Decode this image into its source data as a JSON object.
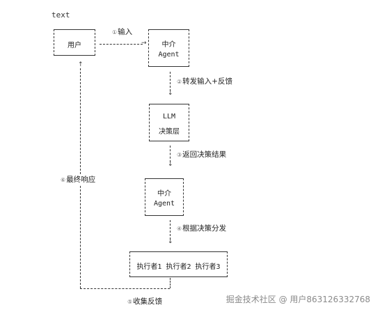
{
  "header": {
    "code_label": "text"
  },
  "boxes": {
    "user": {
      "label": "用户"
    },
    "agent_top": {
      "line1": "中介",
      "line2": "Agent"
    },
    "llm": {
      "line1": "LLM",
      "line2": "决策层"
    },
    "agent_mid": {
      "line1": "中介",
      "line2": "Agent"
    },
    "executors": {
      "label": "执行者1 执行者2 执行者3"
    }
  },
  "steps": [
    {
      "num": "①",
      "label": "输入"
    },
    {
      "num": "②",
      "label": "转发输入+反馈"
    },
    {
      "num": "③",
      "label": "返回决策结果"
    },
    {
      "num": "④",
      "label": "根据决策分发"
    },
    {
      "num": "⑤",
      "label": "收集反馈"
    },
    {
      "num": "⑥",
      "label": "最终响应"
    }
  ],
  "watermark": "掘金技术社区 @ 用户863126332768"
}
